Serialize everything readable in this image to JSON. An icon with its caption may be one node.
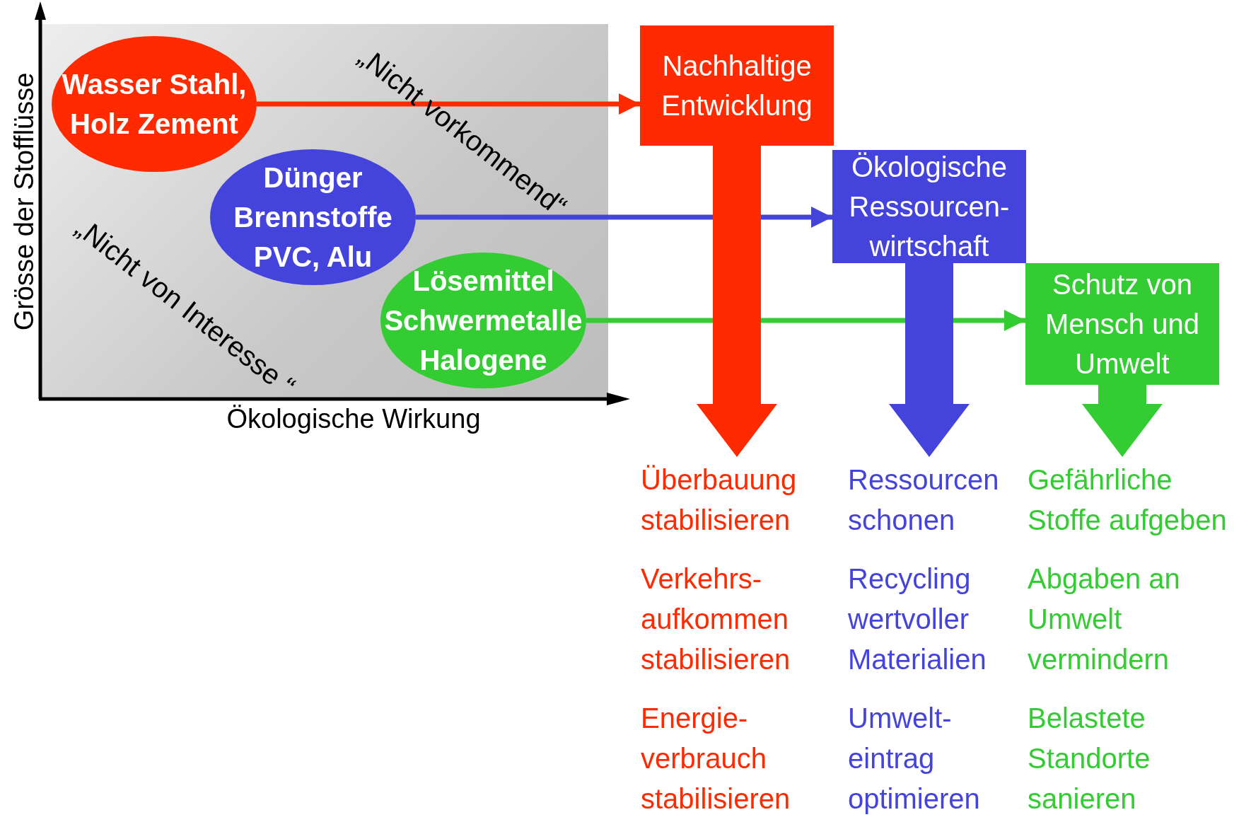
{
  "diagram": {
    "nodes": [
      {
        "text": [
          "Wasser Stahl, Holz Zement"
        ]
      },
      {
        "text": [
          "Dünger Brennstoffe PVC, Alu"
        ]
      },
      {
        "text": [
          "Lösemittel Schwermetalle Halogene"
        ]
      },
      {
        "text": [
          "Nachhaltige Entwicklung"
        ]
      },
      {
        "text": [
          "Ökologische Ressourcen- wirtschaft"
        ]
      },
      {
        "text": [
          "Schutz von Mensch und Umwelt"
        ]
      },
      {
        "text": [
          "Überbauung stabilisieren",
          "Verkehrs- aufkommen stabilisieren",
          "Energie- verbrauch stabilisieren"
        ]
      },
      {
        "text": [
          "Ressourcen schonen",
          "Recycling wertvoller Materialien",
          "Umwelt- eintrag optimieren"
        ]
      },
      {
        "text": [
          "Gefährliche Stoffe aufgeben",
          "Abgaben an Umwelt vermindern",
          "Belastete Standorte sanieren"
        ]
      }
    ],
    "edges": [
      {
        "from": 0,
        "to": 3,
        "arrow": "to",
        "color": "#ff2a00"
      },
      {
        "from": 1,
        "to": 4,
        "arrow": "to",
        "color": "#4444dd"
      },
      {
        "from": 2,
        "to": 5,
        "arrow": "to",
        "color": "#33cc33"
      },
      {
        "from": 3,
        "to": 6,
        "arrow": "to",
        "style": "thick",
        "color": "#ff2a00"
      },
      {
        "from": 4,
        "to": 7,
        "arrow": "to",
        "style": "thick",
        "color": "#4444dd"
      },
      {
        "from": 5,
        "to": 8,
        "arrow": "to",
        "style": "thick",
        "color": "#33cc33"
      }
    ],
    "labels": [
      "„Nicht vorkommend“",
      "„Nicht von Interesse “",
      "Grösse der Stofflüsse",
      "Ökologische Wirkung"
    ]
  }
}
